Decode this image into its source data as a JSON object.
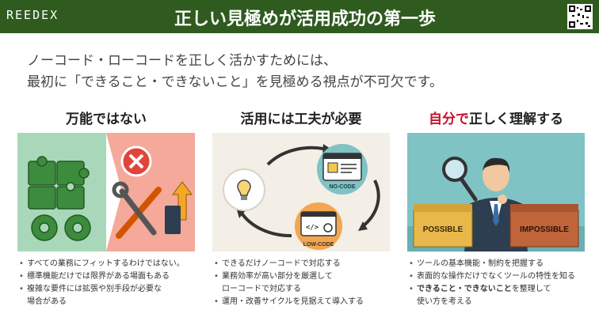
{
  "header": {
    "logo": "REEDEX",
    "title": "正しい見極めが活用成功の第一歩"
  },
  "lead": {
    "line1": "ノーコード・ローコードを正しく活かすためには、",
    "line2": "最初に「できること・できないこと」を見極める視点が不可欠です。"
  },
  "columns": [
    {
      "heading": "万能ではない",
      "bullets": [
        "すべての業務にフィットするわけではない。",
        "標準機能だけでは限界がある場面もある",
        "複雑な要件には拡張や別手段が必要な",
        "場合がある"
      ]
    },
    {
      "heading": "活用には工夫が必要",
      "nocode_label": "NO-CODE",
      "lowcode_label": "LOW-CODE",
      "bullets": [
        "できるだけノーコードで対応する",
        "業務効率が高い部分を厳選して",
        "ローコードで対応する",
        "運用・改善サイクルを見据えて導入する"
      ]
    },
    {
      "heading_accent": "自分で",
      "heading_rest": "正しく理解する",
      "possible_label": "POSSIBLE",
      "impossible_label": "IMPOSSIBLE",
      "bullets": [
        "ツールの基本機能・制約を把握する",
        "表面的な操作だけでなくツールの特性を知る",
        "できること・できないこと",
        "を整理して",
        "使い方を考える"
      ]
    }
  ],
  "colors": {
    "header_bg": "#2f5b1f",
    "accent_red": "#c8102e",
    "green_panel": "#a8d8b9",
    "salmon_panel": "#f4a99a",
    "cream_panel": "#f3efe6",
    "teal_panel": "#7fc3c5"
  }
}
